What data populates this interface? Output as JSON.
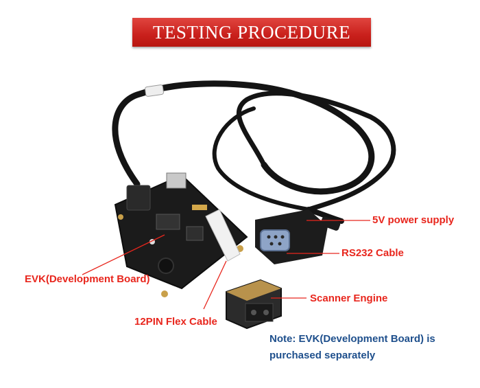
{
  "banner": {
    "title": "TESTING PROCEDURE"
  },
  "labels": {
    "power": "5V power supply",
    "rs232": "RS232 Cable",
    "engine": "Scanner Engine",
    "evk": "EVK(Development Board)",
    "flex": "12PIN Flex Cable"
  },
  "note": {
    "line1": "Note: EVK(Development Board) is",
    "line2": "purchased separately"
  },
  "colors": {
    "banner": "#d42a24",
    "label": "#e8261d",
    "note": "#1e4f8c"
  }
}
